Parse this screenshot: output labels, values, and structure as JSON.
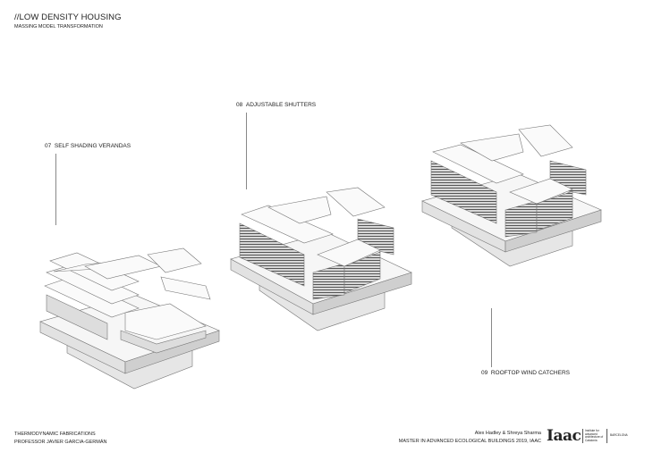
{
  "header": {
    "title": "//LOW DENSITY HOUSING",
    "subtitle": "MASSING MODEL TRANSFORMATION"
  },
  "stages": [
    {
      "number": "07",
      "label": "SELF SHADING VERANDAS"
    },
    {
      "number": "08",
      "label": "ADJUSTABLE SHUTTERS"
    },
    {
      "number": "09",
      "label": "ROOFTOP WIND CATCHERS"
    }
  ],
  "footer": {
    "course": "THERMODYNAMIC FABRICATIONS",
    "professor": "PROFESSOR JAVIER GARCIA-GERMÁN",
    "authors": "Alex Hadley & Shreya Sharma",
    "program": "MASTER IN ADVANCED ECOLOGICAL BUILDINGS 2019, IAAC"
  },
  "logo": {
    "mark": "Iaac",
    "institute": "Institute for advanced architecture of Catalonia",
    "city": "BARCELONA"
  }
}
